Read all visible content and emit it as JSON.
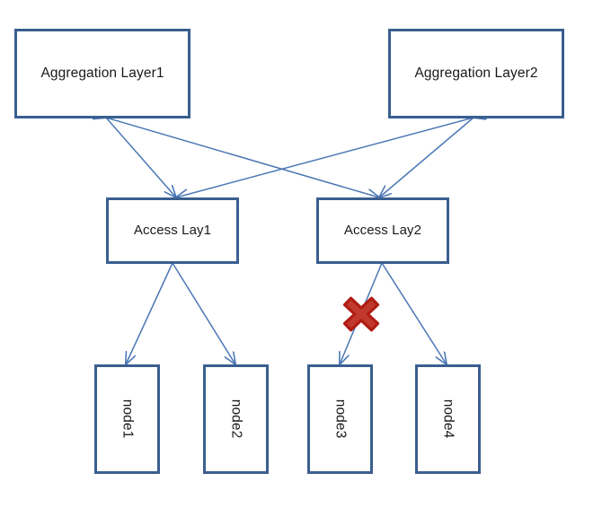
{
  "diagram": {
    "title": "Two-tier network topology with failed link",
    "colors": {
      "box_border": "#3a5f8f",
      "box_fill": "#ffffff",
      "edge_line": "#4a77b4",
      "fault_outline": "#b01c13",
      "fault_fill": "#c0392b",
      "text": "#1a1a1a",
      "background": "#ffffff"
    },
    "aggregation_layer": [
      {
        "id": "agg1",
        "label": "Aggregation Layer1"
      },
      {
        "id": "agg2",
        "label": "Aggregation Layer2"
      }
    ],
    "access_layer": [
      {
        "id": "acc1",
        "label": "Access Lay1"
      },
      {
        "id": "acc2",
        "label": "Access Lay2"
      }
    ],
    "nodes": [
      {
        "id": "nd1",
        "label": "node1"
      },
      {
        "id": "nd2",
        "label": "node2"
      },
      {
        "id": "nd3",
        "label": "node3"
      },
      {
        "id": "nd4",
        "label": "node4"
      }
    ],
    "links": [
      {
        "from": "acc1",
        "to": "agg1",
        "arrows": "both",
        "state": "up"
      },
      {
        "from": "acc1",
        "to": "agg2",
        "arrows": "both",
        "state": "up"
      },
      {
        "from": "acc2",
        "to": "agg1",
        "arrows": "both",
        "state": "up"
      },
      {
        "from": "acc2",
        "to": "agg2",
        "arrows": "both",
        "state": "up"
      },
      {
        "from": "nd1",
        "to": "acc1",
        "arrows": "both",
        "state": "up"
      },
      {
        "from": "nd2",
        "to": "acc1",
        "arrows": "both",
        "state": "up"
      },
      {
        "from": "nd3",
        "to": "acc2",
        "arrows": "both",
        "state": "down"
      },
      {
        "from": "nd4",
        "to": "acc2",
        "arrows": "both",
        "state": "up"
      }
    ],
    "fault_marker": {
      "icon": "red-x-icon",
      "on_link": "node3-to-access-lay2",
      "meaning": "link failure"
    }
  }
}
